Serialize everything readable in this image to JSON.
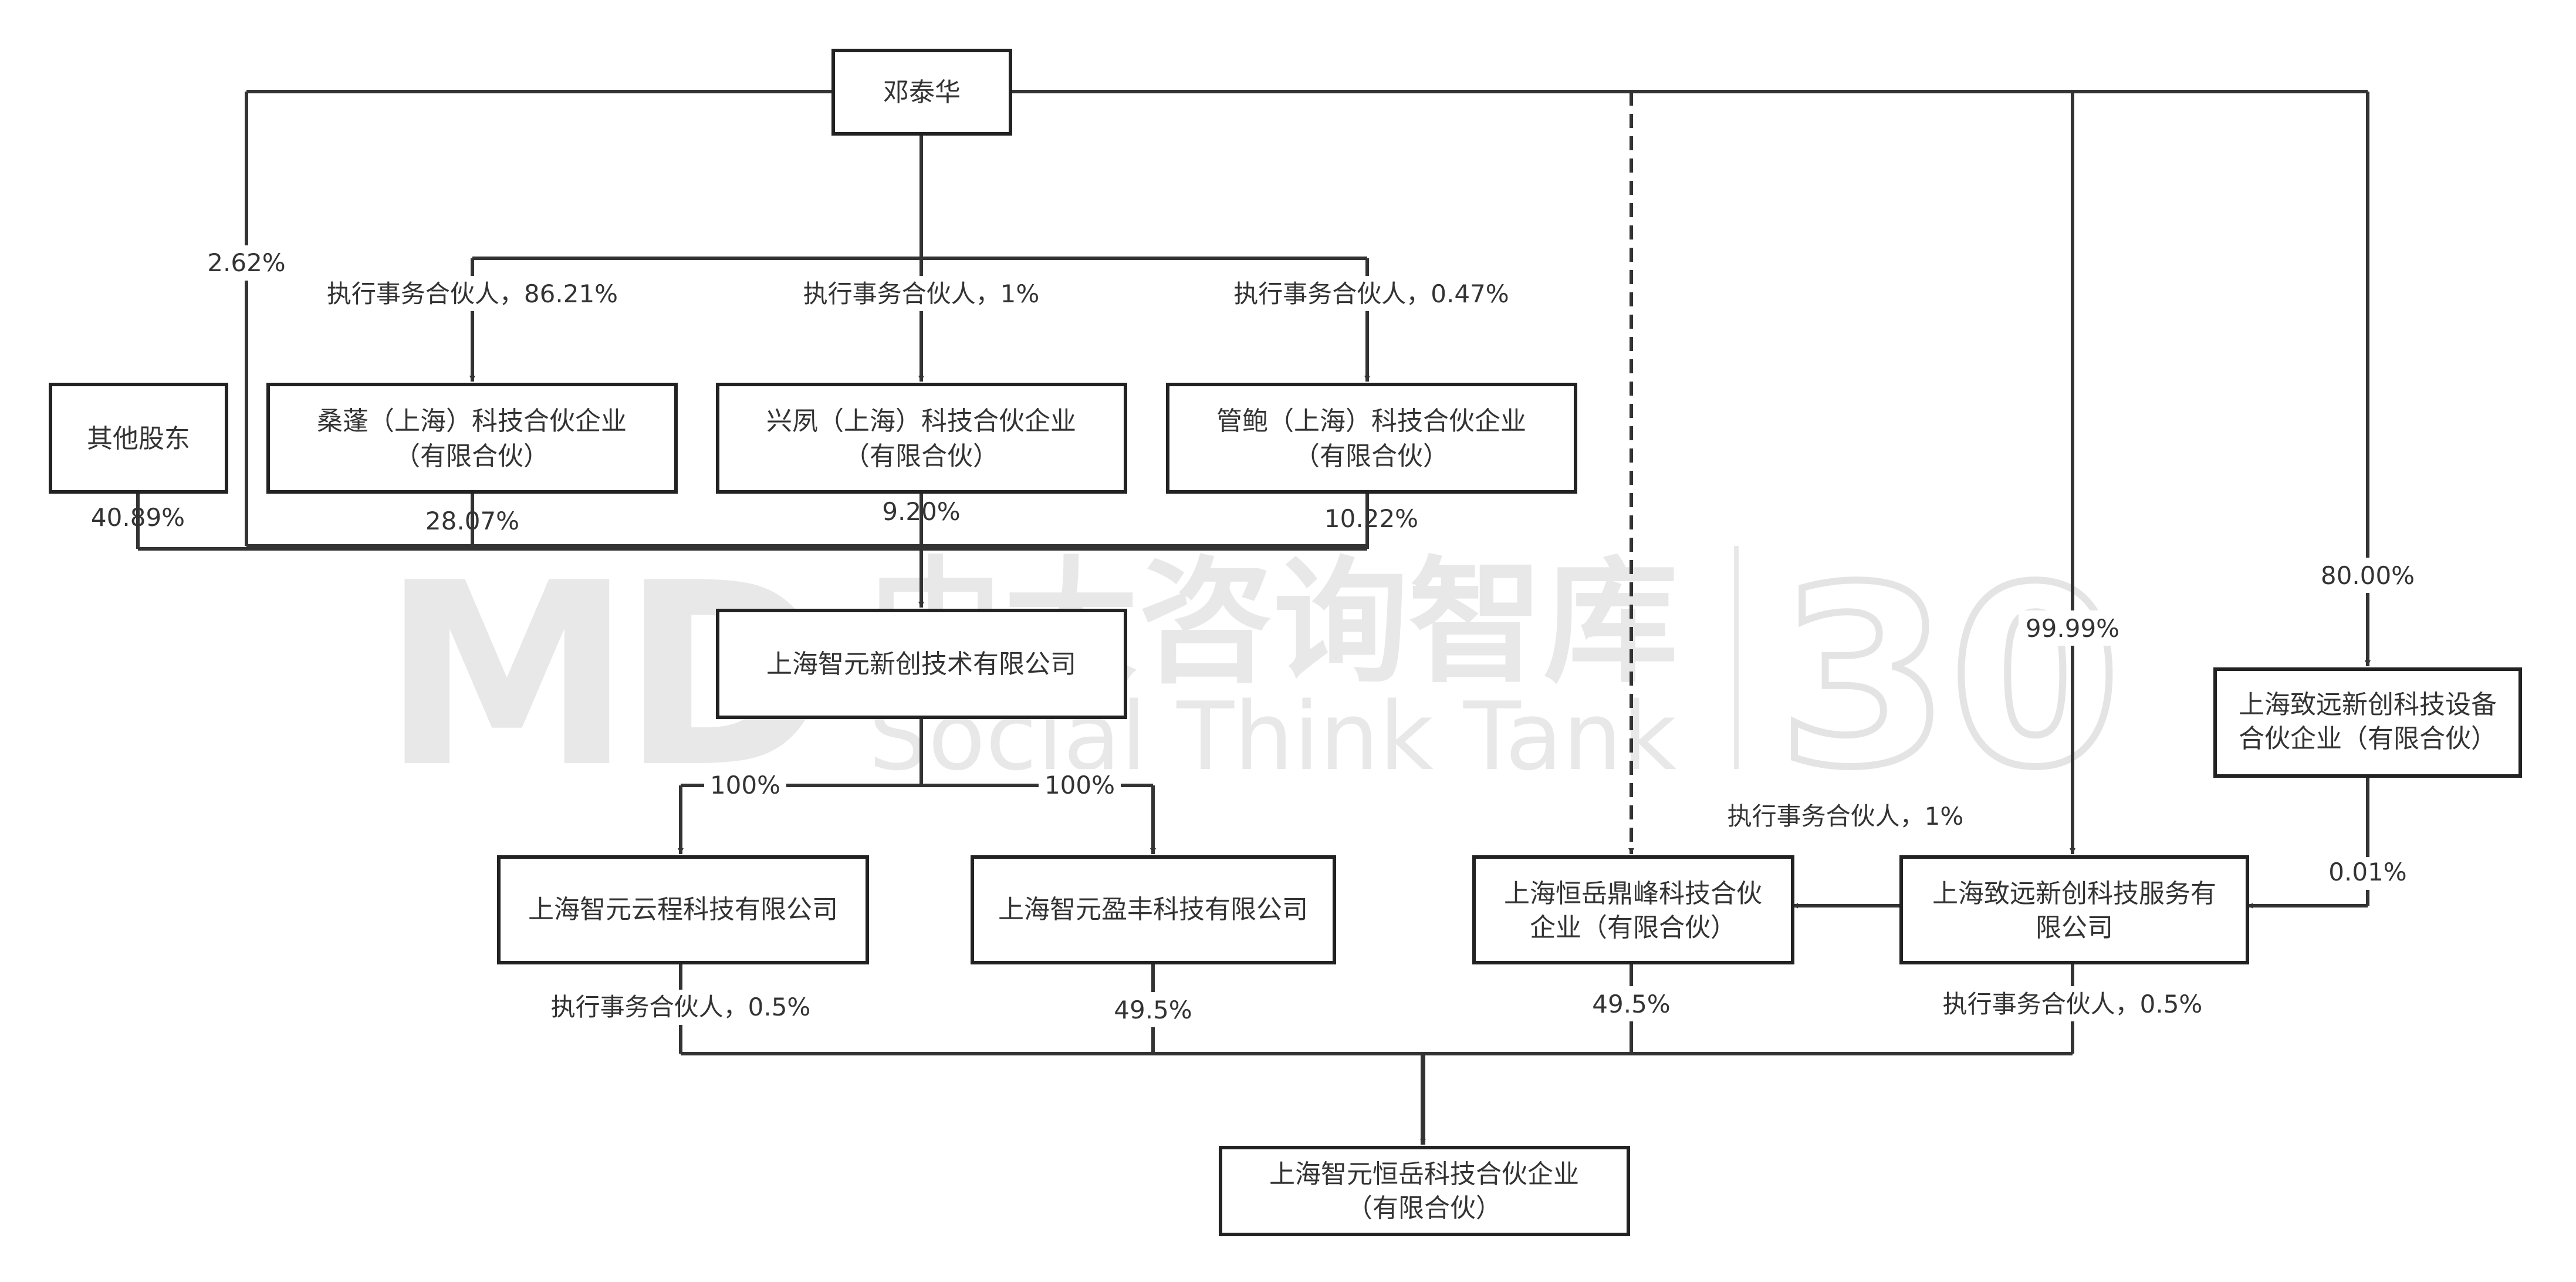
{
  "colors": {
    "line": "#333333",
    "box_border": "#222222",
    "text": "#333333",
    "watermark": "#e6e6e6"
  },
  "watermark": {
    "logo": "MD",
    "cn": "中大咨询智库",
    "en": "Social Think Tank",
    "badge": "30"
  },
  "nodes": {
    "deng": [
      "邓泰华"
    ],
    "other": [
      "其他股东"
    ],
    "sangpeng": [
      "桑蓬（上海）科技合伙企业",
      "（有限合伙）"
    ],
    "xingfeng": [
      "兴夙（上海）科技合伙企业",
      "（有限合伙）"
    ],
    "guanbao": [
      "管鲍（上海）科技合伙企业",
      "（有限合伙）"
    ],
    "zhiyuan": [
      "上海智元新创技术有限公司"
    ],
    "yuncheng": [
      "上海智元云程科技有限公司"
    ],
    "yingfeng": [
      "上海智元盈丰科技有限公司"
    ],
    "hengyue_dingfeng": [
      "上海恒岳鼎峰科技合伙",
      "企业（有限合伙）"
    ],
    "zhiyuan_service": [
      "上海致远新创科技服务有",
      "限公司"
    ],
    "zhiyuan_equip": [
      "上海致远新创科技设备",
      "合伙企业（有限合伙）"
    ],
    "target": [
      "上海智元恒岳科技合伙企业",
      "（有限合伙）"
    ]
  },
  "labels": {
    "deng_direct": "2.62%",
    "sangpeng_gp": "执行事务合伙人，86.21%",
    "xingfeng_gp": "执行事务合伙人，1%",
    "guanbao_gp": "执行事务合伙人，0.47%",
    "other_pct": "40.89%",
    "sangpeng_pct": "28.07%",
    "xingfeng_pct": "9.20%",
    "guanbao_pct": "10.22%",
    "yuncheng_100": "100%",
    "yingfeng_100": "100%",
    "service_9999": "99.99%",
    "equip_80": "80.00%",
    "hengyue_gp": "执行事务合伙人，1%",
    "equip_001": "0.01%",
    "yuncheng_gp": "执行事务合伙人，0.5%",
    "yingfeng_pct": "49.5%",
    "hengyue_pct": "49.5%",
    "service_gp": "执行事务合伙人，0.5%"
  }
}
